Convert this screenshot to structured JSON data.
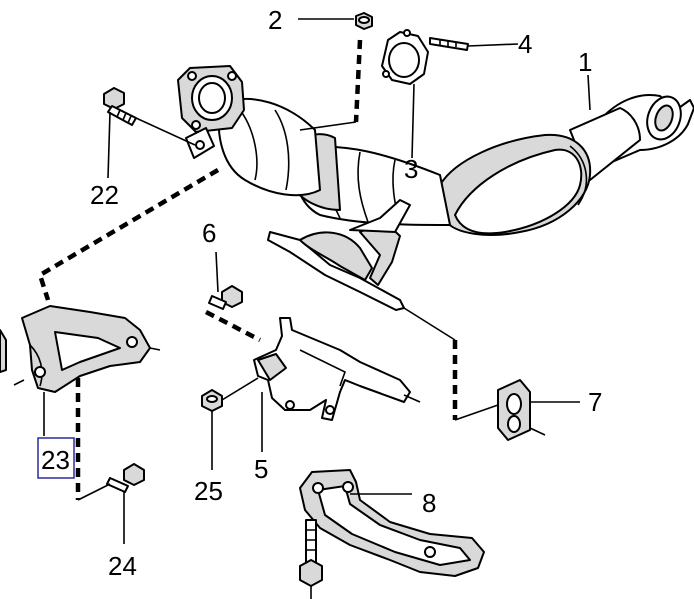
{
  "callouts": [
    {
      "id": "c1",
      "text": "1"
    },
    {
      "id": "c2",
      "text": "2"
    },
    {
      "id": "c3",
      "text": "3"
    },
    {
      "id": "c4",
      "text": "4"
    },
    {
      "id": "c5",
      "text": "5"
    },
    {
      "id": "c6",
      "text": "6"
    },
    {
      "id": "c7",
      "text": "7"
    },
    {
      "id": "c8",
      "text": "8"
    },
    {
      "id": "c22",
      "text": "22"
    },
    {
      "id": "c23",
      "text": "23"
    },
    {
      "id": "c24",
      "text": "24"
    },
    {
      "id": "c25",
      "text": "25"
    }
  ],
  "highlighted_callout": "23",
  "colors": {
    "line": "#000000",
    "highlight_box": "#2a2a9c",
    "background": "#ffffff"
  }
}
